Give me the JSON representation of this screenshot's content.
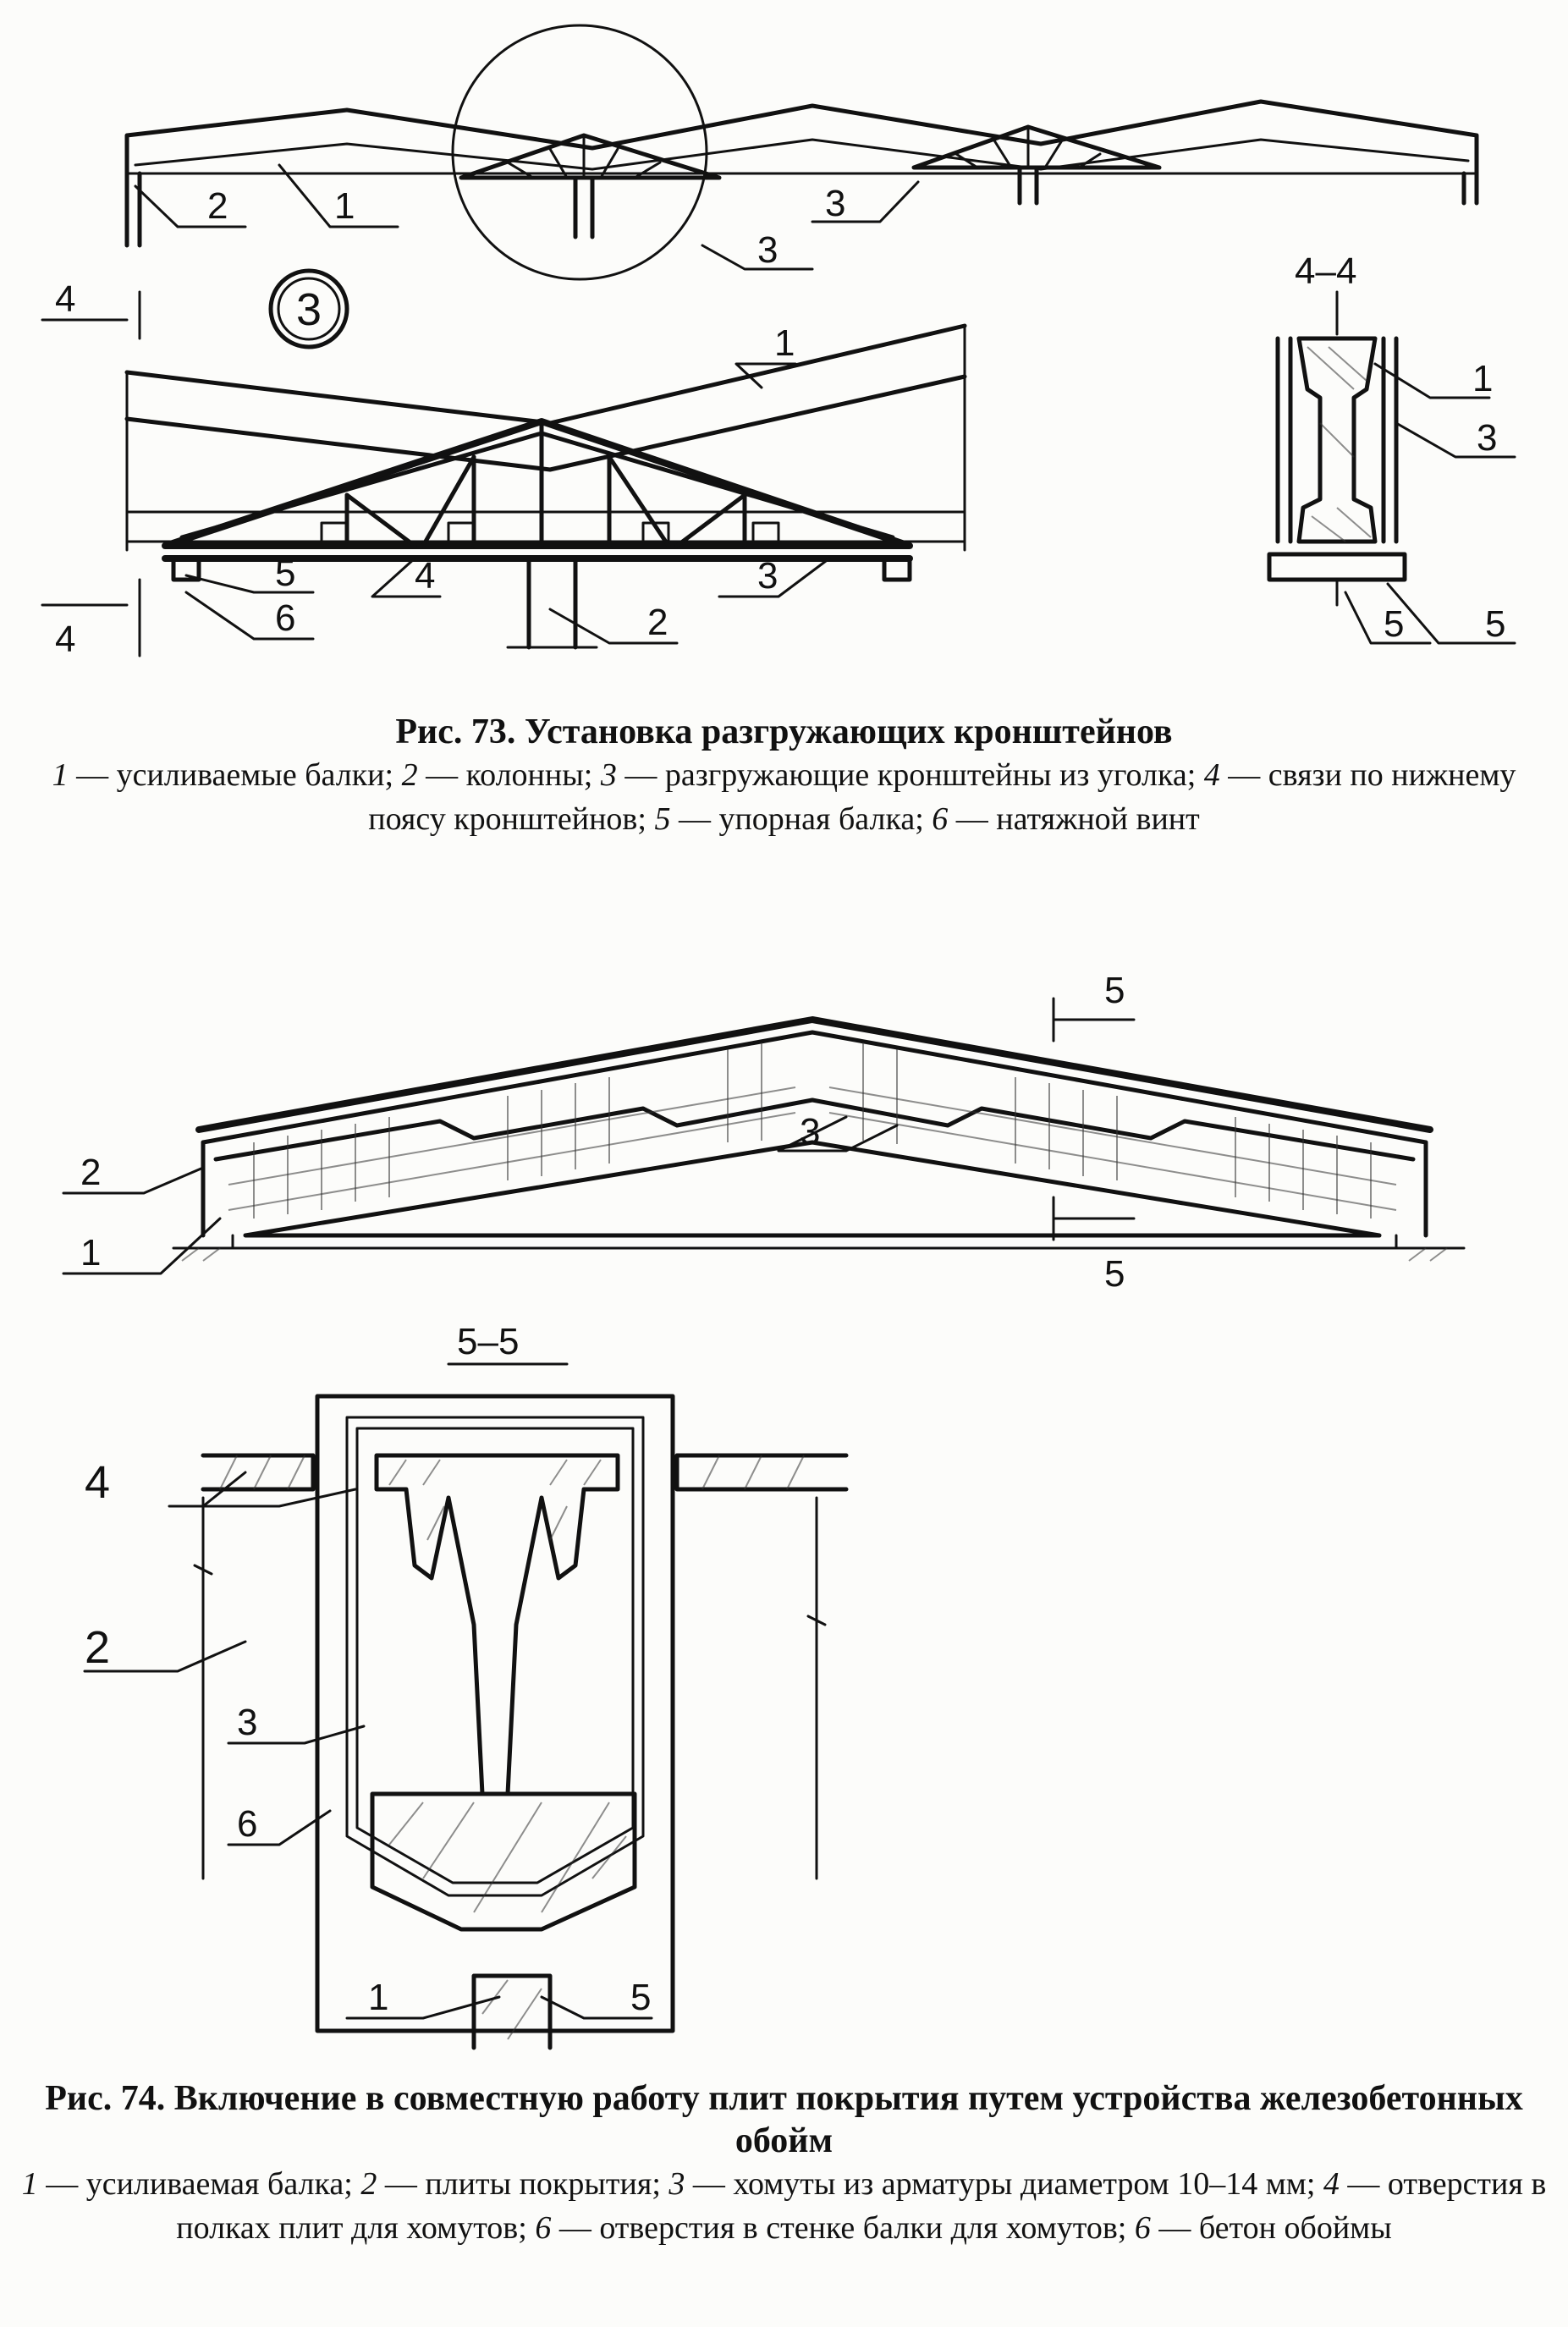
{
  "fig73": {
    "labels": {
      "overview_1": "1",
      "overview_2": "2",
      "overview_3a": "3",
      "overview_3b": "3",
      "callout": "3",
      "section_mark": "4",
      "detail_1": "1",
      "detail_2": "2",
      "detail_3": "3",
      "detail_4": "4",
      "detail_5": "5",
      "detail_6": "6",
      "section_title": "4–4",
      "section_1": "1",
      "section_3": "3",
      "section_5a": "5",
      "section_5b": "5"
    },
    "caption": {
      "title": "Рис. 73. Установка разгружающих кронштейнов",
      "legend": [
        {
          "n": "1",
          "t": " — усиливаемые балки; "
        },
        {
          "n": "2",
          "t": " — колонны; "
        },
        {
          "n": "3",
          "t": " — разгружающие кронштейны из уголка; "
        },
        {
          "n": "4",
          "t": " — связи по нижнему поясу кронштейнов; "
        },
        {
          "n": "5",
          "t": " — упорная балка; "
        },
        {
          "n": "6",
          "t": " — натяжной винт"
        }
      ]
    }
  },
  "fig74": {
    "labels": {
      "elev_1": "1",
      "elev_2": "2",
      "elev_3": "3",
      "cut_top": "5",
      "cut_bottom": "5",
      "section_title": "5–5",
      "sec_1": "1",
      "sec_2": "2",
      "sec_3": "3",
      "sec_4": "4",
      "sec_5": "5",
      "sec_6": "6"
    },
    "caption": {
      "title": "Рис. 74. Включение в совместную работу плит покрытия путем устройства железобетонных обойм",
      "legend": [
        {
          "n": "1",
          "t": " — усиливаемая балка; "
        },
        {
          "n": "2",
          "t": " — плиты покрытия; "
        },
        {
          "n": "3",
          "t": " — хомуты из арматуры диаметром 10–14 мм; "
        },
        {
          "n": "4",
          "t": " — отверстия в полках плит для хомутов; "
        },
        {
          "n": "6",
          "t": " — отверстия в стенке балки для хомутов; "
        },
        {
          "n": "6",
          "t": " — бетон обоймы"
        }
      ]
    }
  }
}
